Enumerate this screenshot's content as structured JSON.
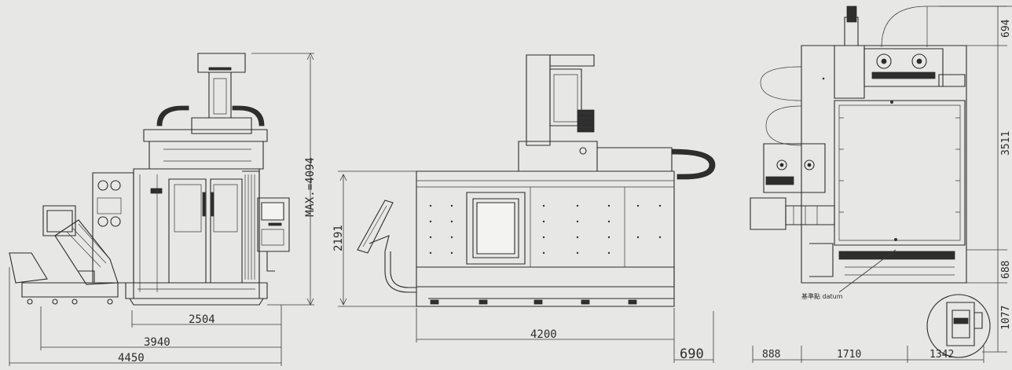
{
  "front_view": {
    "height_label": "MAX.=4094",
    "dims": [
      "2504",
      "3940",
      "4450"
    ]
  },
  "side_view": {
    "height_label": "2191",
    "dims": [
      "4200",
      "690"
    ]
  },
  "top_view": {
    "right_dims": [
      "694",
      "3511",
      "688",
      "1077"
    ],
    "bottom_dims": [
      "888",
      "1710",
      "1342"
    ],
    "datum_label": "基準點 datum"
  }
}
